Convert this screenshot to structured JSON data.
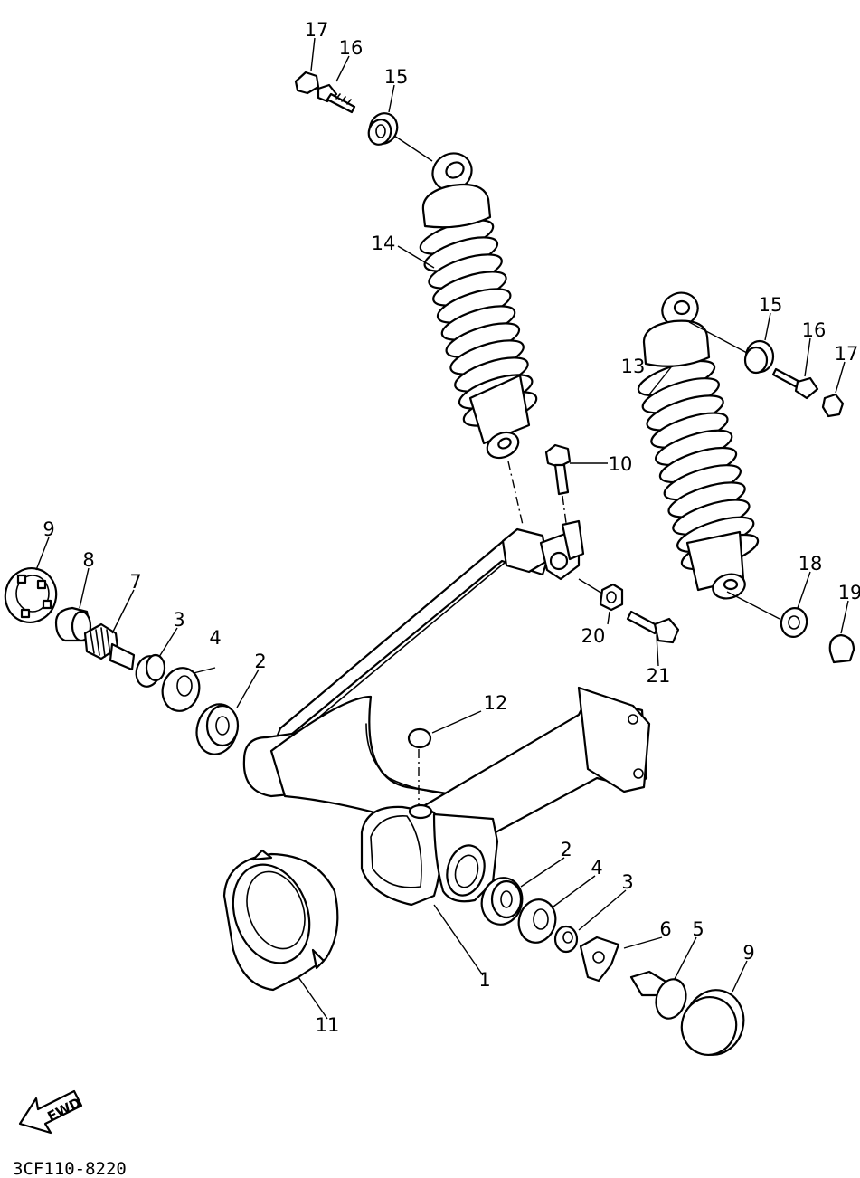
{
  "diagram": {
    "drawing_code": "3CF110-8220",
    "direction_arrow_label": "FWD",
    "callouts": [
      {
        "id": "c17a",
        "label": "17"
      },
      {
        "id": "c16a",
        "label": "16"
      },
      {
        "id": "c15a",
        "label": "15"
      },
      {
        "id": "c14",
        "label": "14"
      },
      {
        "id": "c15b",
        "label": "15"
      },
      {
        "id": "c16b",
        "label": "16"
      },
      {
        "id": "c17b",
        "label": "17"
      },
      {
        "id": "c13",
        "label": "13"
      },
      {
        "id": "c10",
        "label": "10"
      },
      {
        "id": "c9a",
        "label": "9"
      },
      {
        "id": "c8",
        "label": "8"
      },
      {
        "id": "c7",
        "label": "7"
      },
      {
        "id": "c3a",
        "label": "3"
      },
      {
        "id": "c4a",
        "label": "4"
      },
      {
        "id": "c2a",
        "label": "2"
      },
      {
        "id": "c18",
        "label": "18"
      },
      {
        "id": "c19",
        "label": "19"
      },
      {
        "id": "c20",
        "label": "20"
      },
      {
        "id": "c21",
        "label": "21"
      },
      {
        "id": "c12",
        "label": "12"
      },
      {
        "id": "c2b",
        "label": "2"
      },
      {
        "id": "c4b",
        "label": "4"
      },
      {
        "id": "c3b",
        "label": "3"
      },
      {
        "id": "c6",
        "label": "6"
      },
      {
        "id": "c5",
        "label": "5"
      },
      {
        "id": "c9b",
        "label": "9"
      },
      {
        "id": "c1",
        "label": "1"
      },
      {
        "id": "c11",
        "label": "11"
      }
    ]
  }
}
